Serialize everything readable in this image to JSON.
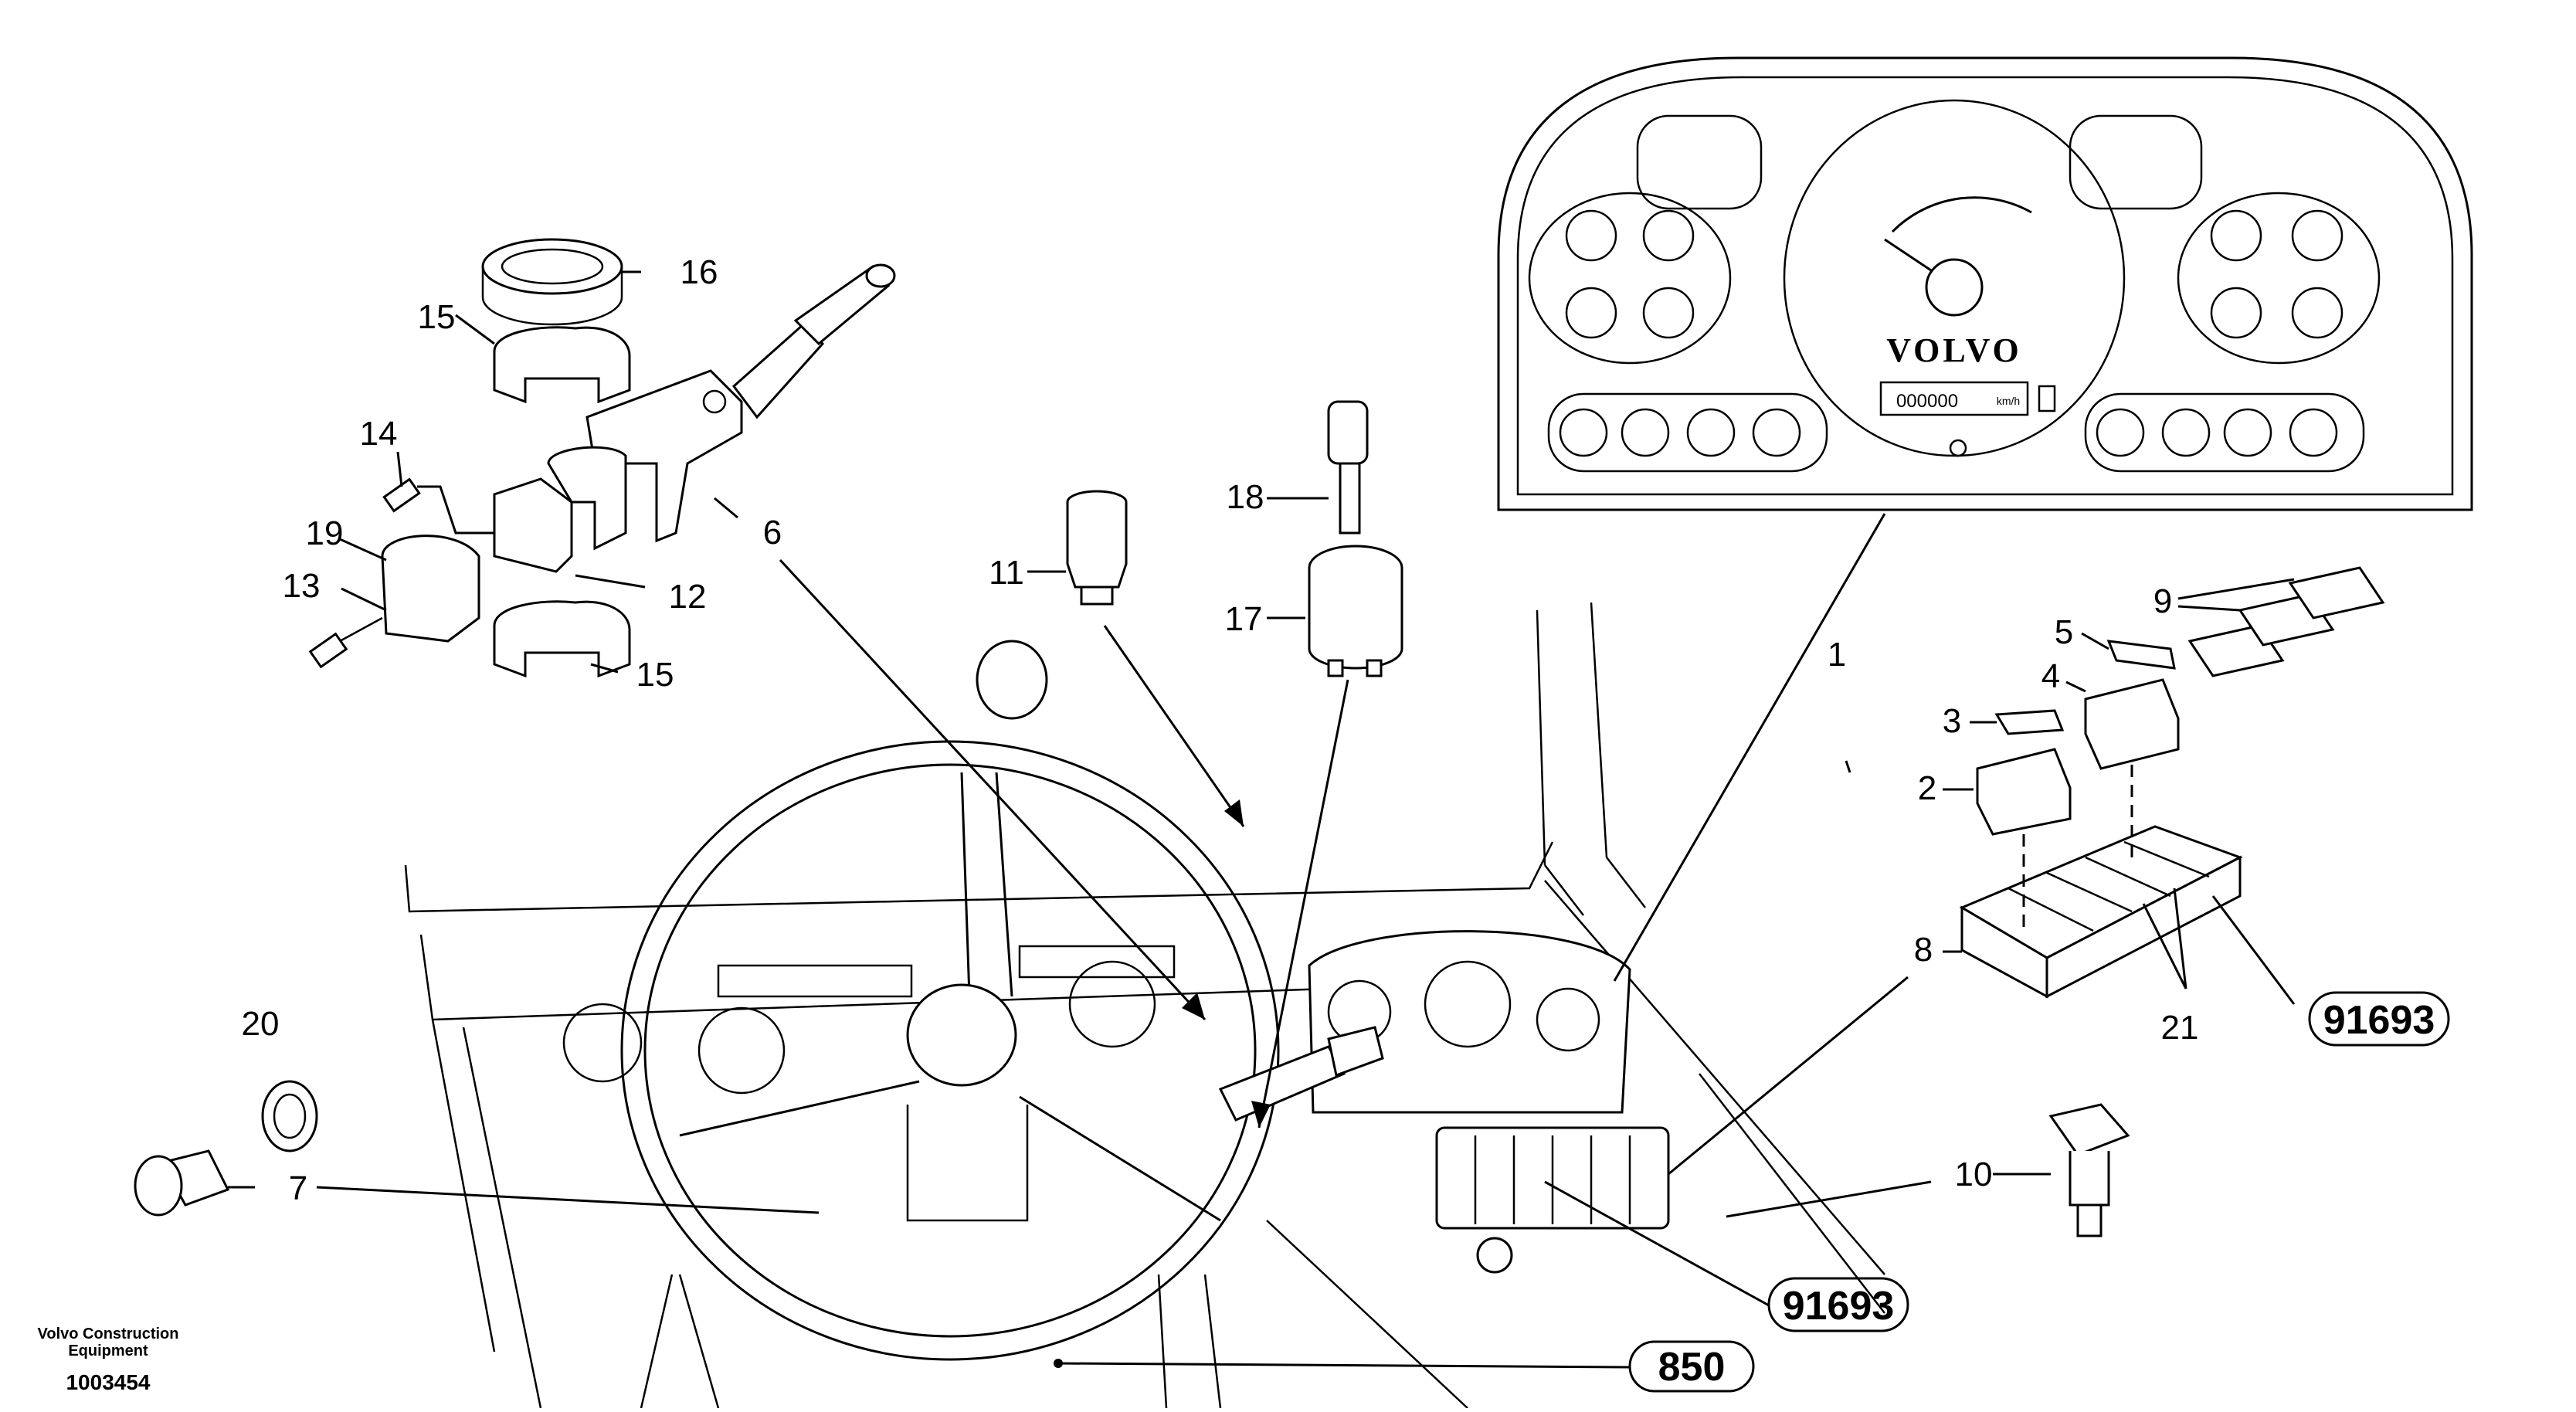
{
  "footer": {
    "brand_line1": "Volvo Construction",
    "brand_line2": "Equipment",
    "drawing_number": "1003454"
  },
  "panel": {
    "brand": "VOLVO",
    "odometer_value": "000000",
    "odometer_unit": "km/h"
  },
  "callouts": {
    "c1": "1",
    "c2": "2",
    "c3": "3",
    "c4": "4",
    "c5": "5",
    "c6": "6",
    "c7": "7",
    "c8": "8",
    "c9": "9",
    "c10": "10",
    "c11": "11",
    "c12": "12",
    "c13": "13",
    "c14": "14",
    "c15a": "15",
    "c15b": "15",
    "c16": "16",
    "c17": "17",
    "c18": "18",
    "c19": "19",
    "c20": "20",
    "c21": "21"
  },
  "references": {
    "ref_a": "91693",
    "ref_b": "91693",
    "ref_c": "850"
  }
}
